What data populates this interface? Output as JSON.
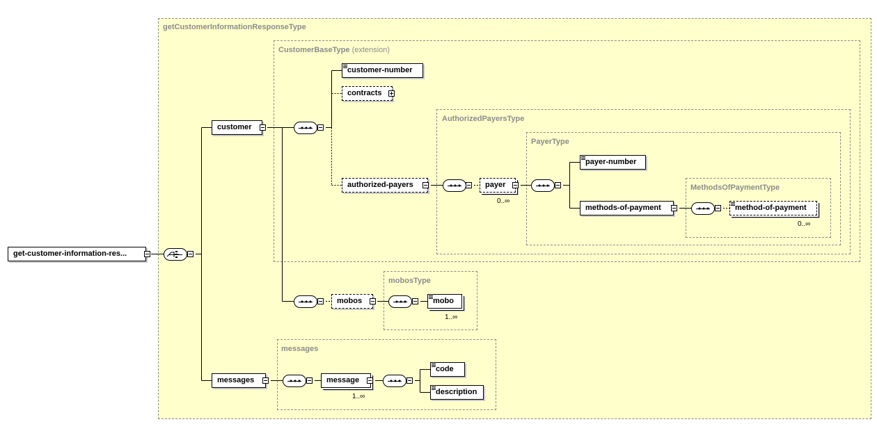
{
  "regions": {
    "get_customer_information_response_type": {
      "label": "getCustomerInformationResponseType"
    },
    "customer_base_type": {
      "label": "CustomerBaseType",
      "suffix": "(extension)"
    },
    "authorized_payers_type": {
      "label": "AuthorizedPayersType"
    },
    "payer_type": {
      "label": "PayerType"
    },
    "methods_of_payment_type": {
      "label": "MethodsOfPaymentType"
    },
    "mobos_type": {
      "label": "mobosType"
    },
    "messages_type": {
      "label": "messages"
    }
  },
  "elements": {
    "root": {
      "label": "get-customer-information-res..."
    },
    "customer": {
      "label": "customer"
    },
    "customer_number": {
      "label": "customer-number"
    },
    "contracts": {
      "label": "contracts"
    },
    "authorized_payers": {
      "label": "authorized-payers"
    },
    "payer": {
      "label": "payer",
      "occurs": "0..∞"
    },
    "payer_number": {
      "label": "payer-number"
    },
    "methods_of_payment": {
      "label": "methods-of-payment"
    },
    "method_of_payment": {
      "label": "method-of-payment",
      "occurs": "0..∞"
    },
    "mobos": {
      "label": "mobos"
    },
    "mobo": {
      "label": "mobo",
      "occurs": "1..∞"
    },
    "messages": {
      "label": "messages"
    },
    "message": {
      "label": "message",
      "occurs": "1..∞"
    },
    "code": {
      "label": "code"
    },
    "description": {
      "label": "description"
    }
  },
  "icons": [
    "compositor-choice-icon",
    "sequence-icon",
    "collapse-toggle-icon",
    "expand-toggle-icon",
    "simple-content-icon"
  ],
  "colors": {
    "region_fill": "#ffffcc",
    "region_border": "#8a8a8a",
    "region_label": "#8c8c8c",
    "element_border": "#000000"
  }
}
